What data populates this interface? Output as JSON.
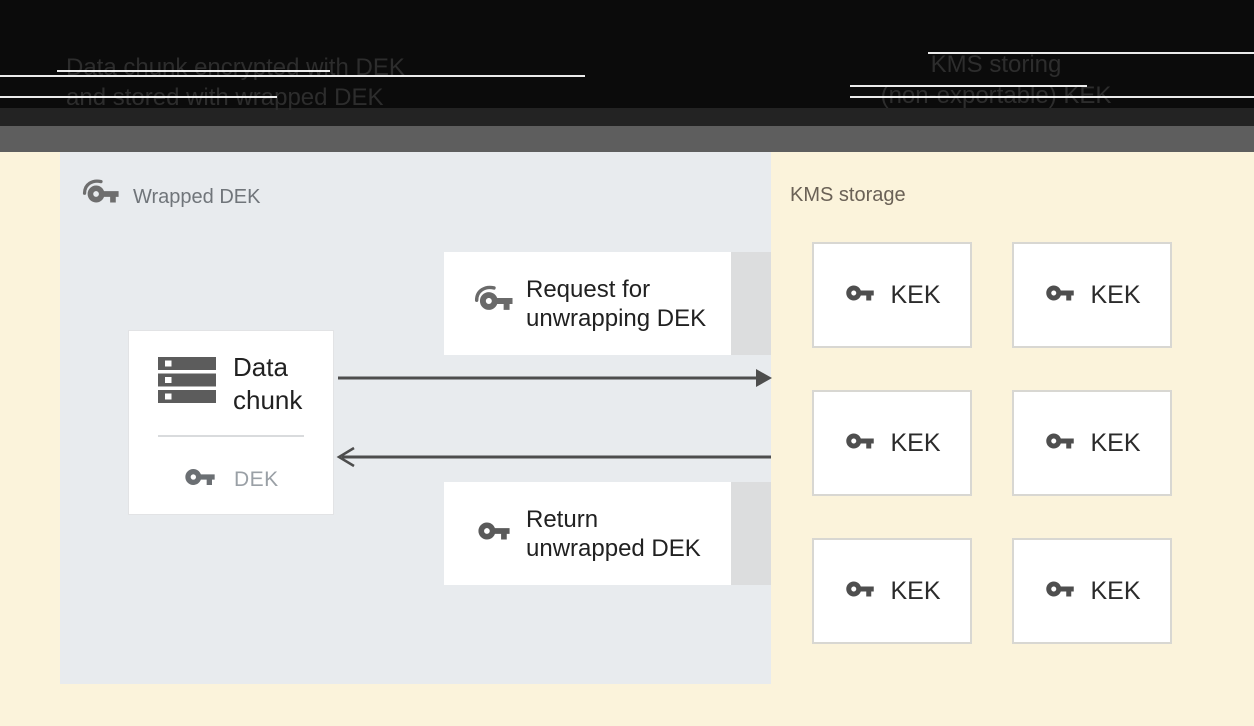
{
  "header": {
    "left_label": {
      "line1": "Data chunk encrypted with DEK",
      "line2": "and stored with wrapped DEK"
    },
    "right_label": {
      "line1": "KMS storing",
      "line2": "(non-exportable) KEK"
    }
  },
  "wrapped_dek_panel": {
    "label": "Wrapped DEK"
  },
  "data_chunk_box": {
    "title_line1": "Data",
    "title_line2": "chunk",
    "dek_label": "DEK"
  },
  "request_box": {
    "line1": "Request for",
    "line2": "unwrapping DEK"
  },
  "return_box": {
    "line1": "Return",
    "line2": "unwrapped DEK"
  },
  "kms": {
    "label": "KMS storage",
    "kek_labels": [
      "KEK",
      "KEK",
      "KEK",
      "KEK",
      "KEK",
      "KEK"
    ]
  },
  "icons": {
    "wrapped_key": "wrapped-key-icon",
    "key": "key-icon",
    "data_chunk": "data-chunk-storage-icon"
  },
  "colors": {
    "page_background": "#FBF3DB",
    "panel_background": "#E8EBEE",
    "header_background": "#0B0B0B",
    "header_text": "#2D2D2D",
    "divider_bar": "#5E5E5E",
    "box_background": "#FFFFFF",
    "kek_border": "#D8D7D2",
    "shadow_band": "#DCDDDE",
    "arrow": "#4D4D4D",
    "dark_text": "#212121",
    "muted_text": "#9AA0A6",
    "panel_label_text": "#70757A",
    "kms_label_text": "#6A6156"
  }
}
